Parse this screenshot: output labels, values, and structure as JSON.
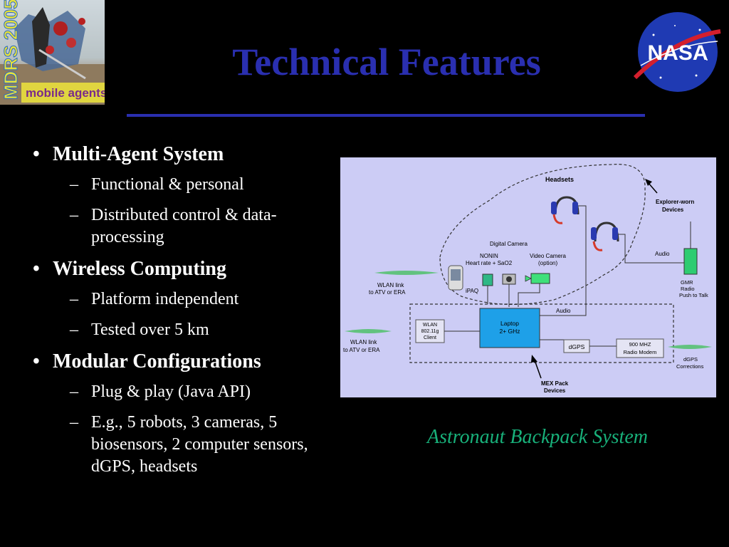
{
  "logo_left": {
    "text_1": "MDRS 2005",
    "text_2": "mobile agents"
  },
  "logo_right": {
    "text": "NASA"
  },
  "title": "Technical Features",
  "bullets": [
    {
      "label": "Multi-Agent System",
      "subs": [
        "Functional & personal",
        "Distributed control & data-processing"
      ]
    },
    {
      "label": "Wireless Computing",
      "subs": [
        "Platform independent",
        "Tested over 5 km"
      ]
    },
    {
      "label": "Modular Configurations",
      "subs": [
        "Plug & play (Java API)",
        "E.g., 5 robots, 3 cameras, 5 biosensors, 2 computer sensors, dGPS, headsets"
      ]
    }
  ],
  "bullet_glyph": "•",
  "dash_glyph": "–",
  "diagram": {
    "headsets": "Headsets",
    "explorer_worn_1": "Explorer-worn",
    "explorer_worn_2": "Devices",
    "digital_camera": "Digital Camera",
    "nonin_1": "NONIN",
    "nonin_2": "Heart rate + SaO2",
    "video_camera_1": "Video Camera",
    "video_camera_2": "(option)",
    "ipaq": "iPAQ",
    "audio_top": "Audio",
    "audio_mid": "Audio",
    "wlan_link_top_1": "WLAN link",
    "wlan_link_top_2": "to ATV or ERA",
    "wlan_link_bot_1": "WLAN link",
    "wlan_link_bot_2": "to ATV or ERA",
    "wlan_client_1": "WLAN",
    "wlan_client_2": "802.11g",
    "wlan_client_3": "Client",
    "laptop_1": "Laptop",
    "laptop_2": "2+ GHz",
    "dgps_box": "dGPS",
    "radio_modem_1": "900 MHZ",
    "radio_modem_2": "Radio Modem",
    "gmr_1": "GMR",
    "gmr_2": "Radio",
    "gmr_3": "Push to Talk",
    "dgps_corr_1": "dGPS",
    "dgps_corr_2": "Corrections",
    "mex_1": "MEX Pack",
    "mex_2": "Devices"
  },
  "caption": "Astronaut Backpack System",
  "colors": {
    "title": "#2a2fb0",
    "caption": "#18b07a",
    "laptop": "#1ea0e8",
    "green_device": "#2ecc71"
  }
}
